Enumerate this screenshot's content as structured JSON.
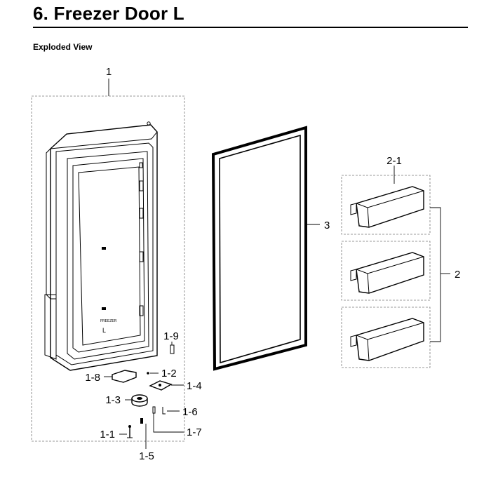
{
  "header": {
    "title": "6.  Freezer Door L",
    "subtitle": "Exploded View"
  },
  "door": {
    "emblem_text": "FREEZER",
    "side_letter": "L"
  },
  "callouts": {
    "c1": "1",
    "c1_1": "1-1",
    "c1_2": "1-2",
    "c1_3": "1-3",
    "c1_4": "1-4",
    "c1_5": "1-5",
    "c1_6": "1-6",
    "c1_7": "1-7",
    "c1_8": "1-8",
    "c1_9": "1-9",
    "c2": "2",
    "c2_1": "2-1",
    "c3": "3"
  }
}
